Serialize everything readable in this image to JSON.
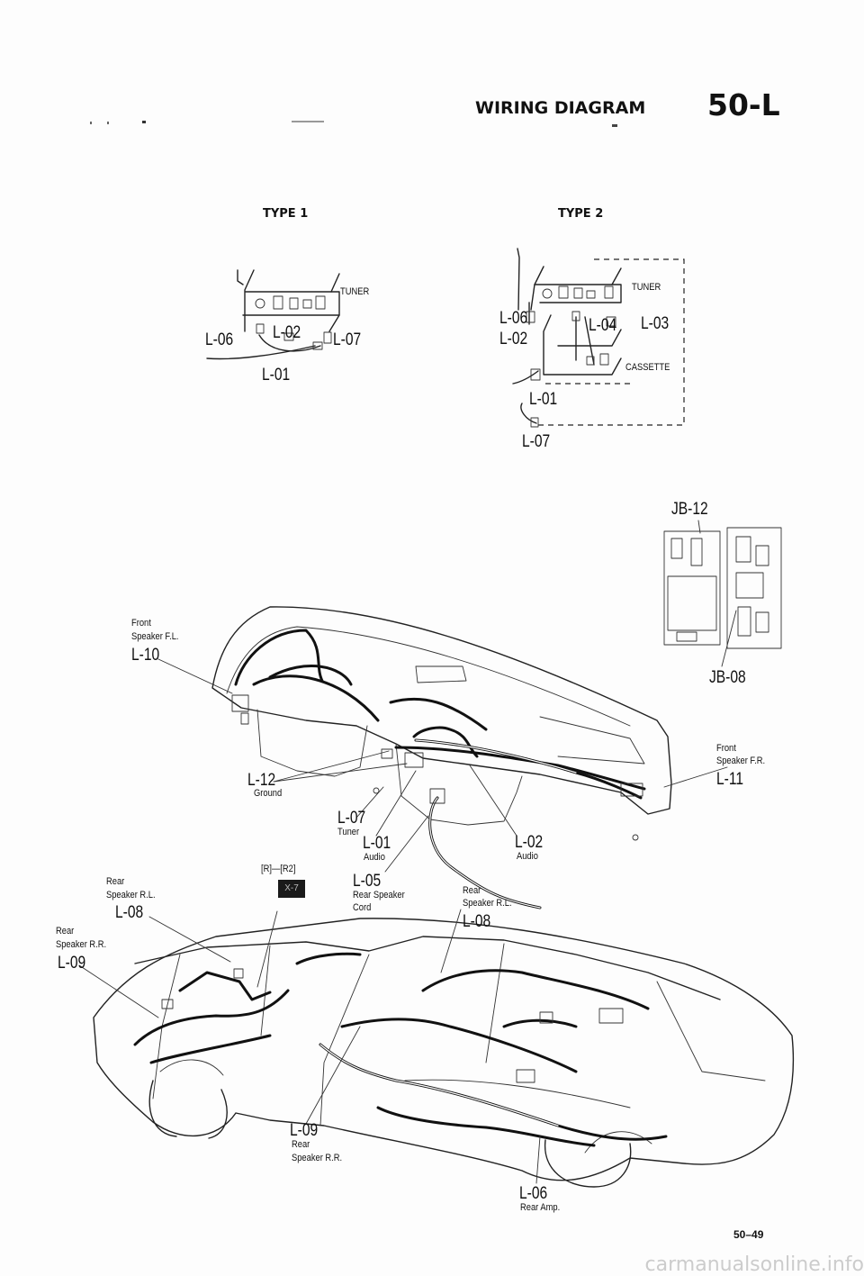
{
  "header": {
    "title": "WIRING DIAGRAM",
    "code": "50-L"
  },
  "type1": {
    "heading": "TYPE 1",
    "component": "TUNER",
    "labels": [
      "L-06",
      "L-02",
      "L-07",
      "L-01"
    ]
  },
  "type2": {
    "heading": "TYPE 2",
    "components": [
      "TUNER",
      "CASSETTE"
    ],
    "labels": [
      "L-06",
      "L-02",
      "L-04",
      "L-03",
      "L-01",
      "L-07"
    ]
  },
  "junction": {
    "top": "JB-12",
    "bottom": "JB-08"
  },
  "callouts": {
    "front_fl": {
      "line1": "Front",
      "line2": "Speaker F.L.",
      "code": "L-10"
    },
    "front_fr": {
      "line1": "Front",
      "line2": "Speaker F.R.",
      "code": "L-11"
    },
    "ground": {
      "code": "L-12",
      "desc": "Ground"
    },
    "tuner": {
      "code": "L-07",
      "desc": "Tuner"
    },
    "audio1": {
      "code": "L-01",
      "desc": "Audio"
    },
    "audio2": {
      "code": "L-02",
      "desc": "Audio"
    },
    "rsc": {
      "code": "L-05",
      "line1": "Rear Speaker",
      "line2": "Cord"
    },
    "rear_rl_mid": {
      "line1": "Rear",
      "line2": "Speaker R.L.",
      "code": "L-08"
    },
    "rear_rl_left": {
      "line1": "Rear",
      "line2": "Speaker R.L.",
      "code": "L-08"
    },
    "rear_rr_left": {
      "line1": "Rear",
      "line2": "Speaker R.R.",
      "code": "L-09"
    },
    "rear_rr_bottom": {
      "code": "L-09",
      "line1": "Rear",
      "line2": "Speaker R.R."
    },
    "rear_amp": {
      "code": "L-06",
      "desc": "Rear Amp."
    },
    "connector_ref": {
      "label": "[R]—[R2]",
      "badge": "X-7"
    }
  },
  "page_number": "50–49",
  "watermark": "carmanualsonline.info"
}
